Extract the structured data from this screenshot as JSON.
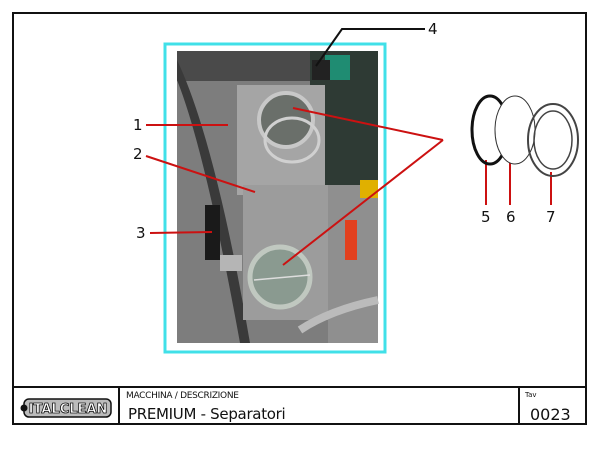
{
  "logo": {
    "text": "ITALCLEAN"
  },
  "title_block": {
    "machine_label": "MACCHINA / DESCRIZIONE",
    "machine_title": "PREMIUM - Separatori",
    "table_label": "Tav",
    "table_number": "0023"
  },
  "callouts": [
    "1",
    "2",
    "3",
    "4",
    "5",
    "6",
    "7"
  ],
  "colors": {
    "frame": "#40e0e8",
    "leader": "#cc1111"
  }
}
